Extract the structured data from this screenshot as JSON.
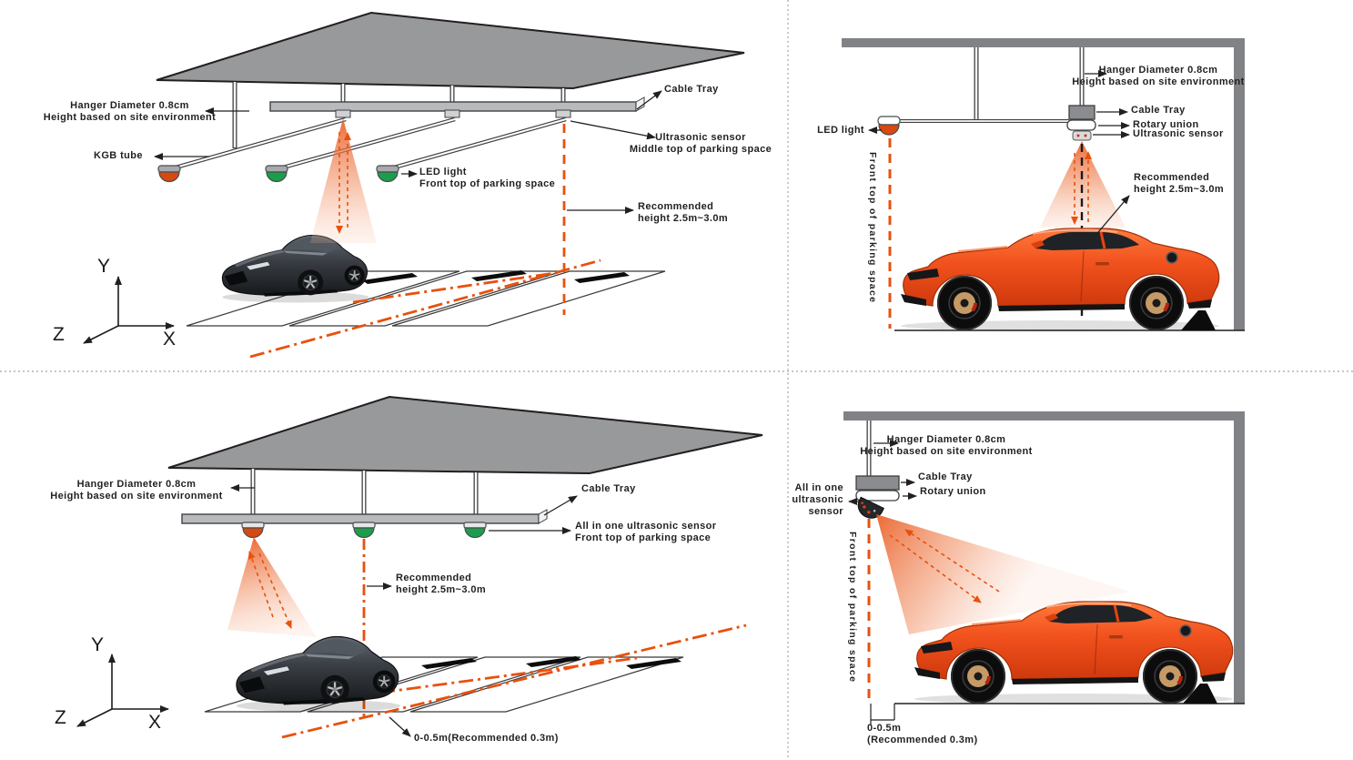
{
  "title": "Ultrasonic parking sensor installation diagram",
  "colors": {
    "accent_orange": "#e8510e",
    "roof_gray": "#97999b",
    "wall_gray": "#808285",
    "tray_gray": "#b9babc",
    "led_red": "#d8490e",
    "led_green": "#1a9e4b",
    "car_orange": "#f1511d",
    "car_dark": "#2b2f33",
    "line_black": "#231f20"
  },
  "q": {
    "tl": {
      "hanger1": "Hanger Diameter 0.8cm",
      "hanger2": "Height based on site environment",
      "kgb": "KGB  tube",
      "tray": "Cable Tray",
      "sensor1": "Ultrasonic sensor",
      "sensor2": "Middle top of parking space",
      "led1": "LED  light",
      "led2": "Front top of parking space",
      "rec1": "Recommended",
      "rec2": "height 2.5m~3.0m",
      "ax": "X",
      "ay": "Y",
      "az": "Z"
    },
    "tr": {
      "hanger1": "Hanger Diameter 0.8cm",
      "hanger2": "Height based on site environment",
      "tray": "Cable Tray",
      "rotary": "Rotary union",
      "sensor": "Ultrasonic sensor",
      "led": "LED light",
      "rec1": "Recommended",
      "rec2": "height 2.5m~3.0m",
      "front": "Front top of parking space"
    },
    "bl": {
      "hanger1": "Hanger Diameter 0.8cm",
      "hanger2": "Height based on site environment",
      "tray": "Cable Tray",
      "sensor1": "All in one ultrasonic sensor",
      "sensor2": "Front top of parking space",
      "rec1": "Recommended",
      "rec2": "height 2.5m~3.0m",
      "dist": "0-0.5m(Recommended 0.3m)",
      "ax": "X",
      "ay": "Y",
      "az": "Z"
    },
    "br": {
      "hanger1": "Hanger Diameter 0.8cm",
      "hanger2": "Height based on site environment",
      "tray": "Cable Tray",
      "rotary": "Rotary union",
      "sensor1": "All in one",
      "sensor2": "ultrasonic",
      "sensor3": "sensor",
      "front": "Front top of parking space",
      "dist1": "0-0.5m",
      "dist2": "(Recommended 0.3m)"
    }
  }
}
